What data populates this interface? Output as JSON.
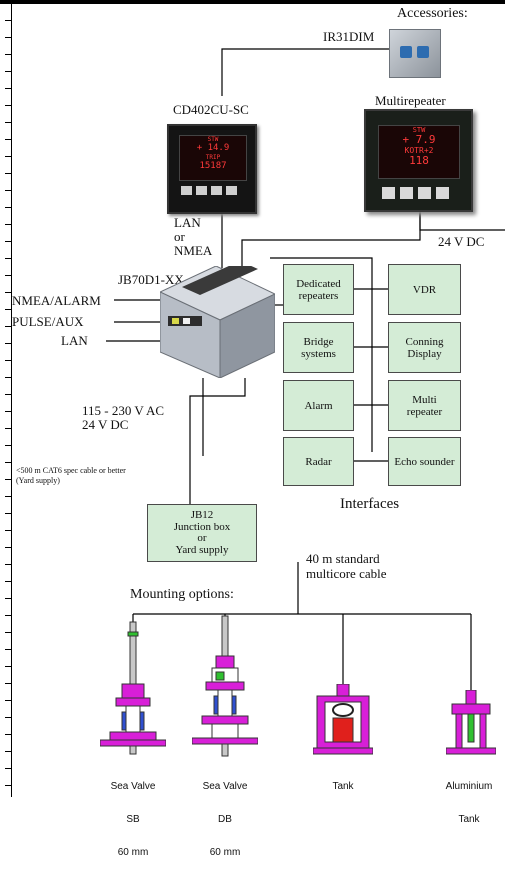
{
  "accessories_title": "Accessories:",
  "ir31dim_label": "IR31DIM",
  "cd402_label": "CD402CU-SC",
  "multirepeater_label": "Multirepeater",
  "cd402_screen": [
    "STW",
    "+ 14.9",
    "TRIP",
    "15187"
  ],
  "multi_screen": [
    "STW",
    "+ 7.9",
    "KOTR+2",
    "118"
  ],
  "lan_nmea": [
    "LAN",
    "or",
    "NMEA"
  ],
  "supply_24v": "24 V DC",
  "jb70_label": "JB70D1-XX",
  "nmea_alarm": "NMEA/ALARM",
  "pulse_aux": "PULSE/AUX",
  "lan": "LAN",
  "power": [
    "115 - 230 V AC",
    "24 V DC"
  ],
  "cable_note": [
    "<500 m CAT6 spec cable or better",
    "(Yard supply)"
  ],
  "interfaces": [
    [
      "Dedicated",
      "repeaters"
    ],
    [
      "VDR"
    ],
    [
      "Bridge",
      "systems"
    ],
    [
      "Conning",
      "Display"
    ],
    [
      "Alarm"
    ],
    [
      "Multi",
      "repeater"
    ],
    [
      "Radar"
    ],
    [
      "Echo sounder"
    ]
  ],
  "interfaces_title": "Interfaces",
  "jb12": [
    "JB12",
    "Junction box",
    "or",
    "Yard supply"
  ],
  "multicore": [
    "40 m standard",
    "multicore cable"
  ],
  "mounting_title": "Mounting options:",
  "mounts": [
    [
      "Sea Valve",
      "SB",
      "60 mm"
    ],
    [
      "Sea Valve",
      "DB",
      "60 mm"
    ],
    [
      "Tank"
    ],
    [
      "Aluminium",
      "Tank"
    ]
  ],
  "colors": {
    "box_fill": "#d4ecd6",
    "valve_magenta": "#d81fd8",
    "tank_red": "#e0201c",
    "led_red": "#ff3a3a",
    "sensor_green": "#30c030"
  }
}
